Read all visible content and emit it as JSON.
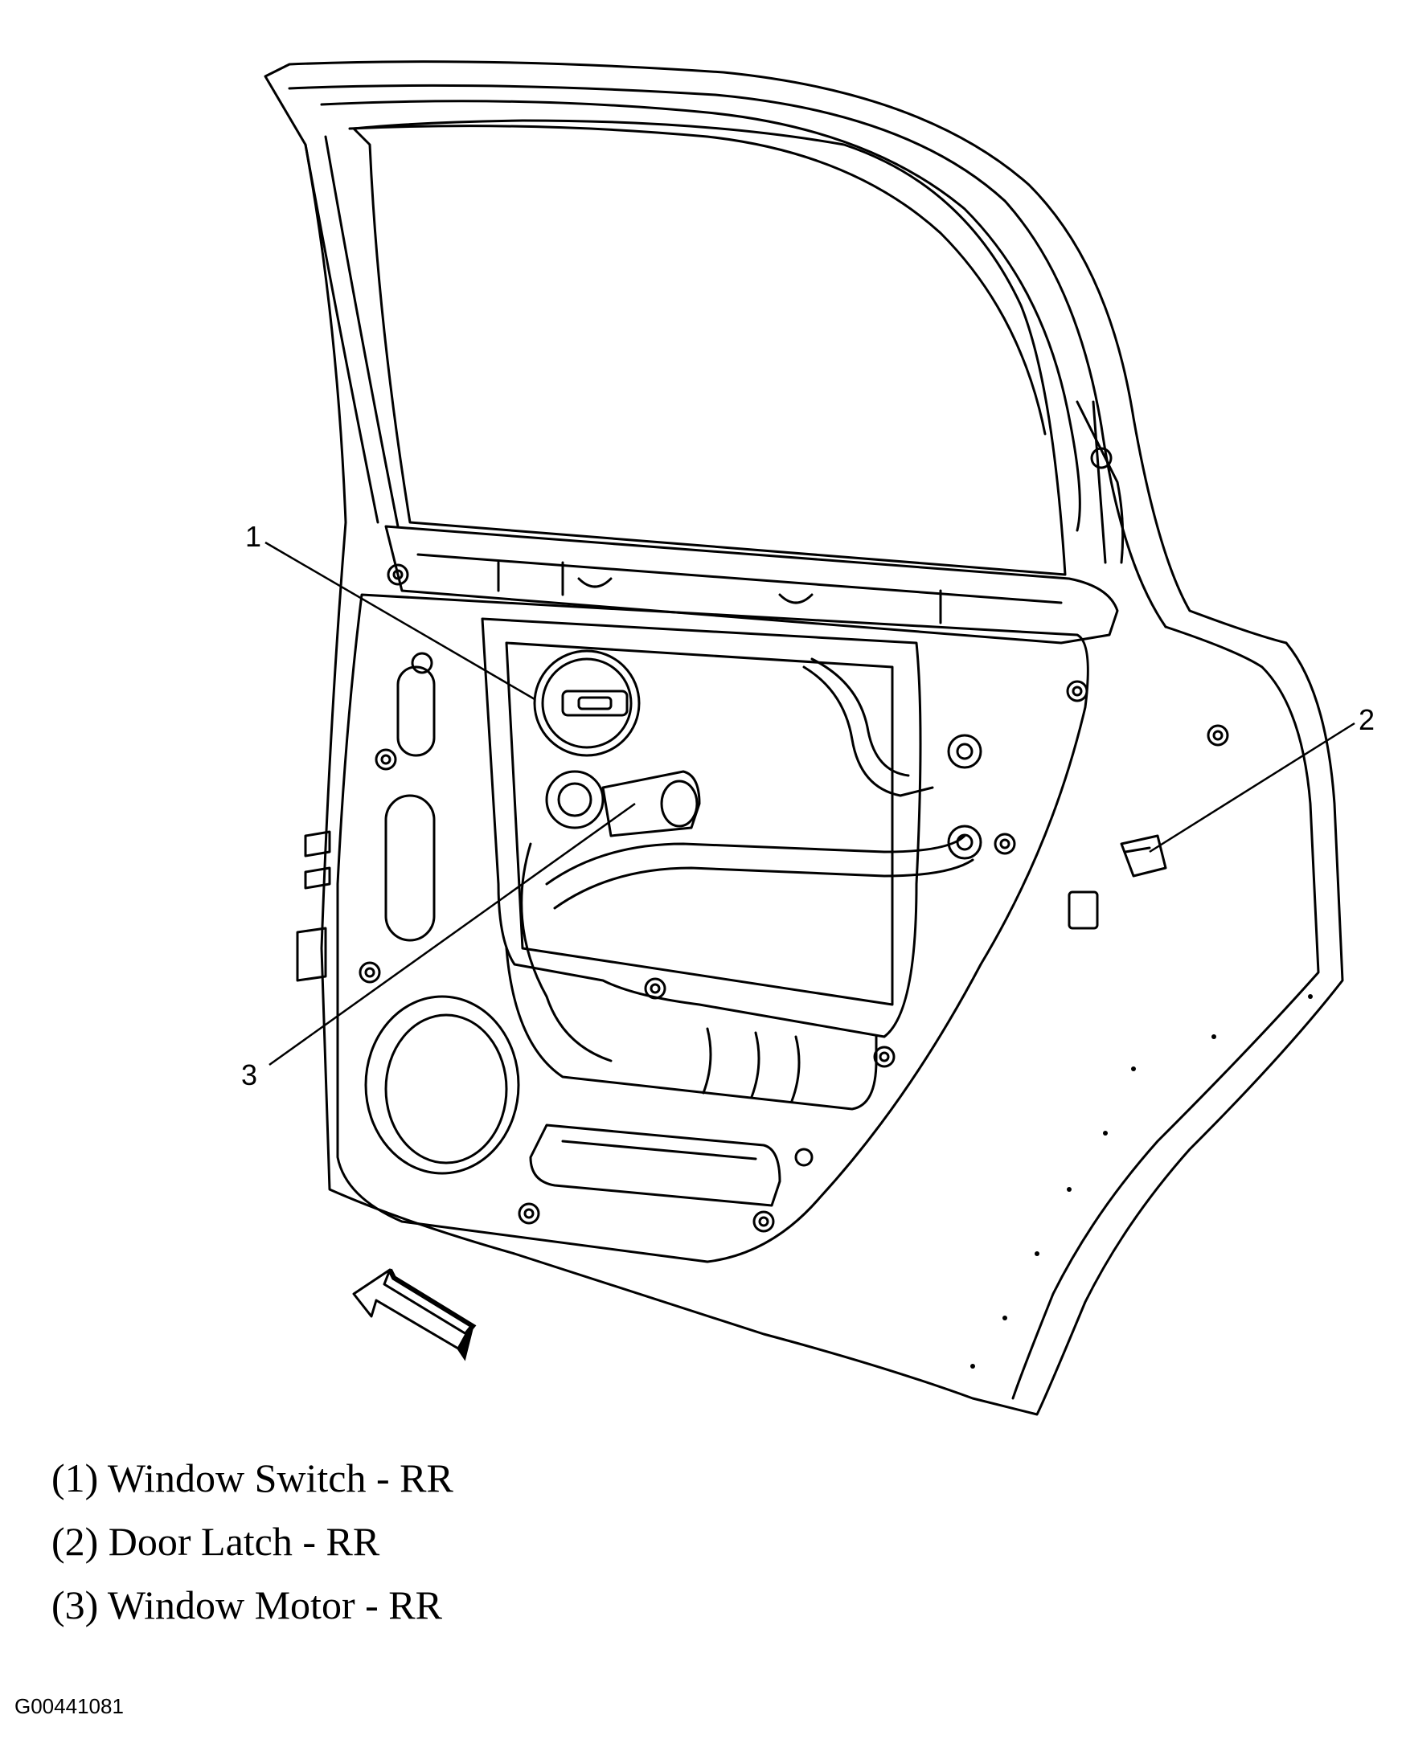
{
  "diagram": {
    "callouts": [
      {
        "number": "1",
        "label": "(1) Window Switch - RR"
      },
      {
        "number": "2",
        "label": "(2) Door Latch - RR"
      },
      {
        "number": "3",
        "label": "(3) Window Motor - RR"
      }
    ]
  },
  "figure_id": "G00441081"
}
